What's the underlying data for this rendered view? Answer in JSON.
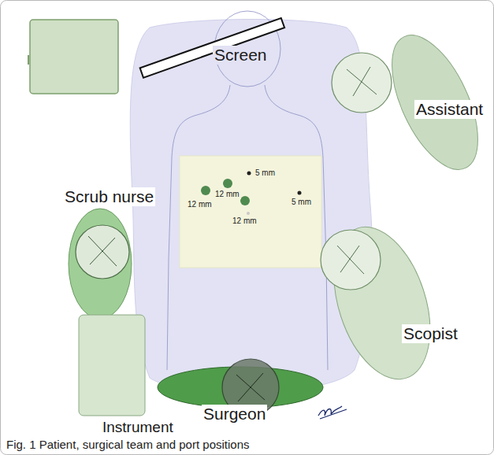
{
  "diagram": {
    "caption": "Fig. 1 Patient, surgical team and port positions",
    "labels": [
      "Screen",
      "Assistant",
      "Scrub nurse",
      "Scopist",
      "Surgeon",
      "Instrument",
      "5 mm",
      "12 mm",
      "12 mm",
      "5 mm",
      "12 mm"
    ]
  }
}
